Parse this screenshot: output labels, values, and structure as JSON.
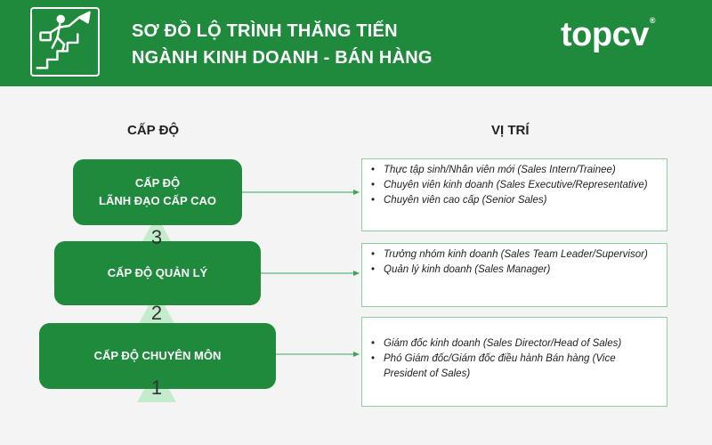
{
  "header": {
    "title_line1": "SƠ ĐỒ LỘ TRÌNH THĂNG TIẾN",
    "title_line2": "NGÀNH KINH DOANH - BÁN HÀNG",
    "logo_text": "topcv",
    "logo_mark": "®",
    "icon": "climbing-stairs-icon"
  },
  "columns": {
    "left_heading": "CẤP ĐỘ",
    "right_heading": "VỊ TRÍ"
  },
  "levels": [
    {
      "label_line1": "CẤP ĐỘ",
      "label_line2": "LÃNH ĐẠO CẤP CAO",
      "number": "3"
    },
    {
      "label": "CẤP ĐỘ QUẢN LÝ",
      "number": "2"
    },
    {
      "label": "CẤP ĐỘ CHUYÊN MÔN",
      "number": "1"
    }
  ],
  "positions": [
    {
      "items": [
        "Thực tập sinh/Nhân viên mới (Sales Intern/Trainee)",
        "Chuyên viên kinh doanh (Sales Executive/Representative)",
        "Chuyên viên cao cấp (Senior Sales)"
      ]
    },
    {
      "items": [
        "Trưởng nhóm kinh doanh (Sales Team Leader/Supervisor)",
        "Quản lý kinh doanh (Sales Manager)"
      ]
    },
    {
      "items": [
        "Giám đốc kinh doanh (Sales Director/Head of Sales)",
        "Phó Giám đốc/Giám đốc điều hành Bán hàng (Vice President of Sales)"
      ]
    }
  ],
  "colors": {
    "brand_green": "#1f8a3c",
    "triangle_fill": "#c3ebcc",
    "connector": "#3aa65a",
    "box_border": "#8fcf9f",
    "background": "#f4f4f4"
  }
}
